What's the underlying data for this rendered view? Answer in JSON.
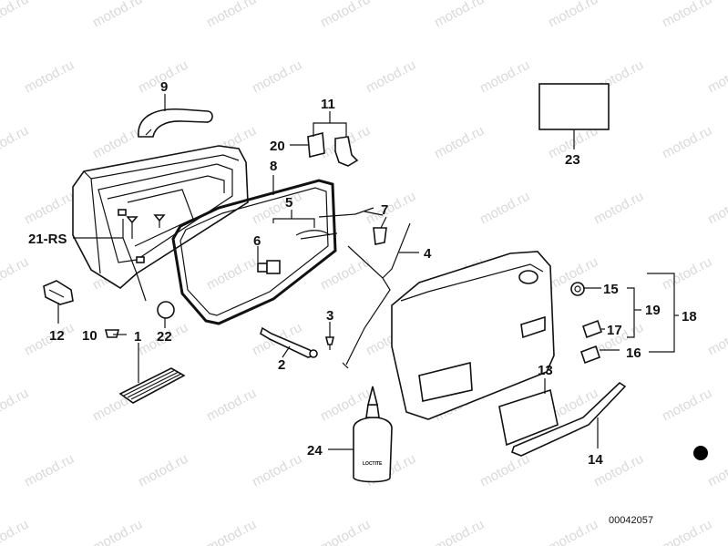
{
  "watermark": "motod.ru",
  "diagram_number": "00042057",
  "bottle_label": "LOCTITE",
  "callouts": {
    "c1": "1",
    "c2": "2",
    "c3": "3",
    "c4": "4",
    "c5": "5",
    "c6": "6",
    "c7": "7",
    "c8": "8",
    "c9": "9",
    "c10": "10",
    "c11": "11",
    "c12": "12",
    "c13": "13",
    "c14": "14",
    "c15": "15",
    "c16": "16",
    "c17": "17",
    "c18": "18",
    "c19": "19",
    "c20": "20",
    "c21": "21-RS",
    "c22": "22",
    "c23": "23",
    "c24": "24"
  }
}
